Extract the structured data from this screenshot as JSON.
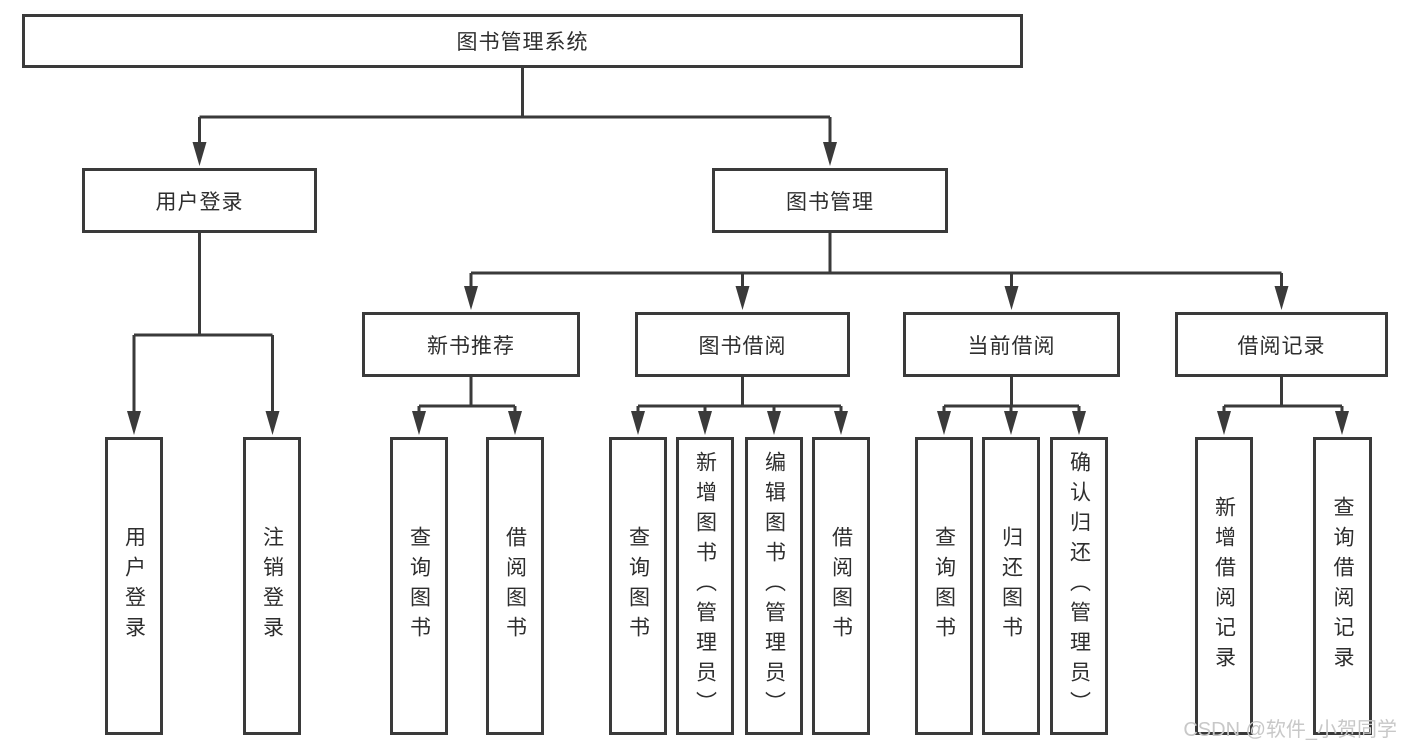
{
  "colors": {
    "line": "#3a3a3a",
    "box_border": "#3a3a3a",
    "text": "#2e2e2e",
    "watermark": "#c8c8c8"
  },
  "tree": {
    "label": "图书管理系统",
    "children": [
      {
        "label": "用户登录",
        "children": [
          {
            "label": "用户登录"
          },
          {
            "label": "注销登录"
          }
        ]
      },
      {
        "label": "图书管理",
        "children": [
          {
            "label": "新书推荐",
            "children": [
              {
                "label": "查询图书"
              },
              {
                "label": "借阅图书"
              }
            ]
          },
          {
            "label": "图书借阅",
            "children": [
              {
                "label": "查询图书"
              },
              {
                "label": "新增图书（管理员）"
              },
              {
                "label": "编辑图书（管理员）"
              },
              {
                "label": "借阅图书"
              }
            ]
          },
          {
            "label": "当前借阅",
            "children": [
              {
                "label": "查询图书"
              },
              {
                "label": "归还图书"
              },
              {
                "label": "确认归还（管理员）"
              }
            ]
          },
          {
            "label": "借阅记录",
            "children": [
              {
                "label": "新增借阅记录"
              },
              {
                "label": "查询借阅记录"
              }
            ]
          }
        ]
      }
    ]
  },
  "watermark": {
    "text": "CSDN @软件_小贺同学"
  }
}
